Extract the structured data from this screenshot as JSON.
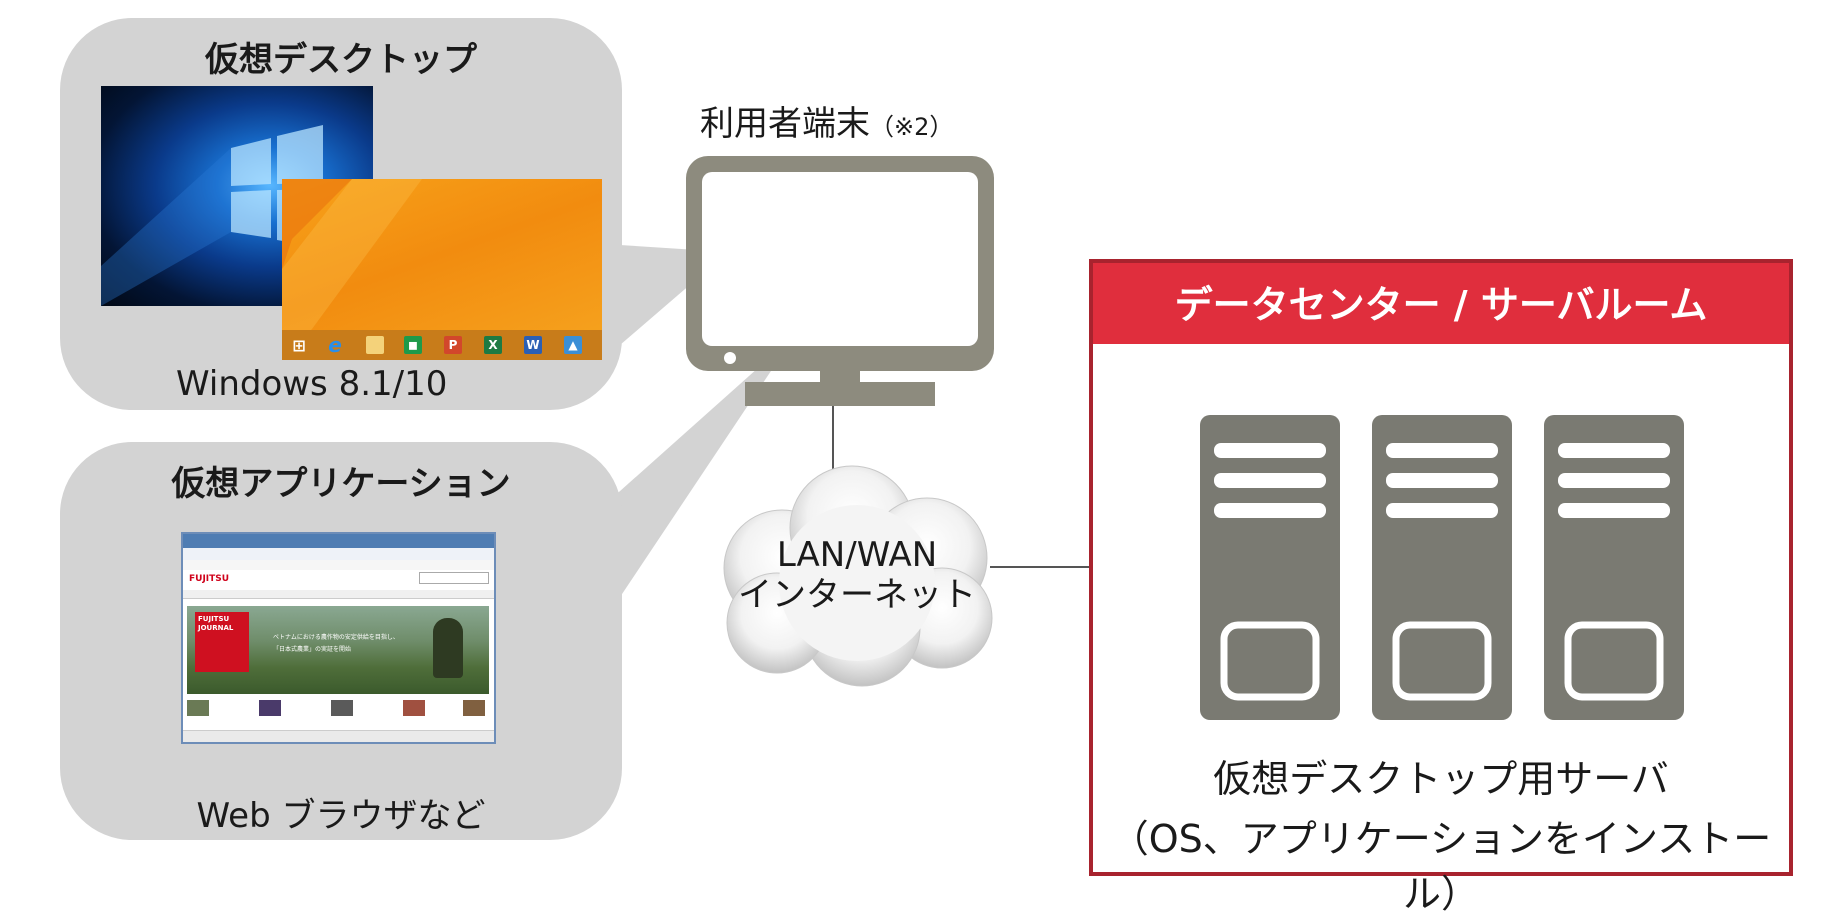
{
  "virtual_desktop": {
    "title": "仮想デスクトップ",
    "caption": "Windows 8.1/10"
  },
  "virtual_app": {
    "title": "仮想アプリケーション",
    "caption": "Web ブラウザなど",
    "browser": {
      "logo": "FUJITSU",
      "journal_label": "FUJITSU JOURNAL",
      "headline_1": "ベトナムにおける農作物の安定供給を目指し、",
      "headline_2": "「日本式農業」の実証を開始"
    }
  },
  "user_terminal": {
    "label": "利用者端末",
    "note": "（※2）"
  },
  "network": {
    "line1": "LAN/WAN",
    "line2": "インターネット"
  },
  "datacenter": {
    "header": "データセンター / サーバルーム",
    "server_caption_1": "仮想デスクトップ用サーバ",
    "server_caption_2": "（OS、アプリケーションをインストール）"
  },
  "colors": {
    "panel_bg": "#d3d3d3",
    "monitor": "#8d8b7e",
    "server": "#7a7a72",
    "datacenter_header": "#e02e3d",
    "datacenter_border": "#a8232e"
  }
}
